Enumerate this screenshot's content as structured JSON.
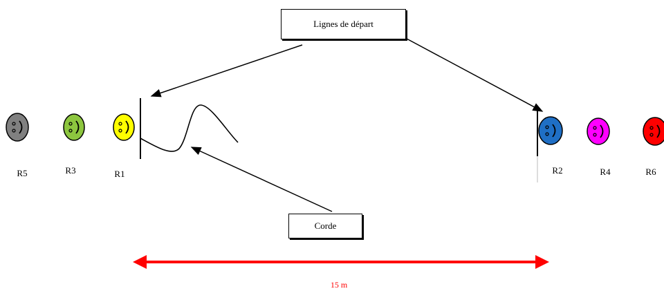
{
  "callouts": {
    "start_lines": "Lignes de départ",
    "rope": "Corde"
  },
  "distance": {
    "label": "15 m",
    "color": "#ff0000"
  },
  "runners": [
    {
      "id": "R5",
      "label": "R5",
      "color": "#808080",
      "side": "left"
    },
    {
      "id": "R3",
      "label": "R3",
      "color": "#8dc63f",
      "side": "left"
    },
    {
      "id": "R1",
      "label": "R1",
      "color": "#ffff00",
      "side": "left"
    },
    {
      "id": "R2",
      "label": "R2",
      "color": "#1f6fc5",
      "side": "right"
    },
    {
      "id": "R4",
      "label": "R4",
      "color": "#ff00ff",
      "side": "right"
    },
    {
      "id": "R6",
      "label": "R6",
      "color": "#ff0000",
      "side": "right"
    }
  ],
  "face_icon": "smiley-face-icon"
}
